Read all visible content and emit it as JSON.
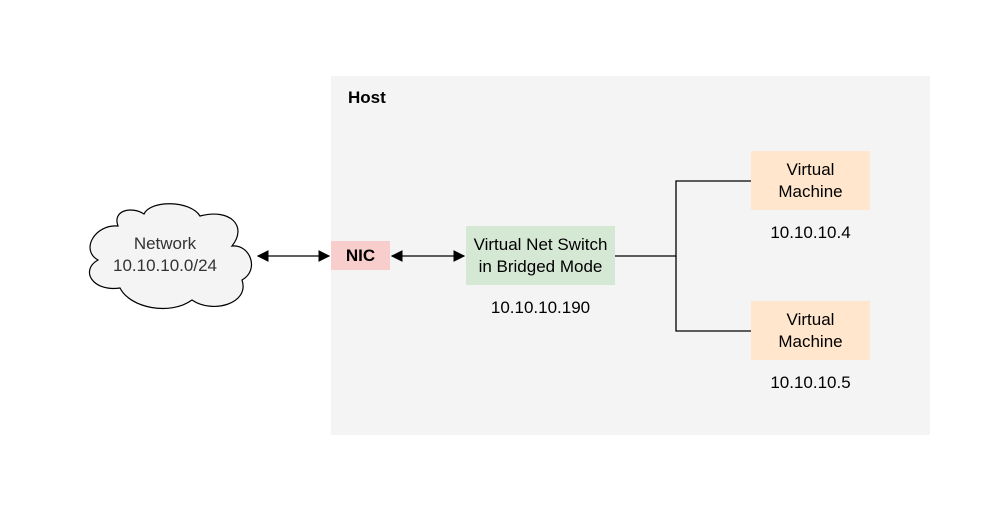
{
  "host": {
    "label": "Host"
  },
  "network": {
    "line1": "Network",
    "line2": "10.10.10.0/24"
  },
  "nic": {
    "label": "NIC"
  },
  "switch": {
    "line1": "Virtual Net Switch",
    "line2": "in Bridged Mode",
    "ip": "10.10.10.190"
  },
  "vms": [
    {
      "line1": "Virtual",
      "line2": "Machine",
      "ip": "10.10.10.4"
    },
    {
      "line1": "Virtual",
      "line2": "Machine",
      "ip": "10.10.10.5"
    }
  ],
  "colors": {
    "host_fill": "#f4f4f4",
    "nic_fill": "#f8cecc",
    "switch_fill": "#d5e8d4",
    "vm_fill": "#ffe6cc",
    "cloud_fill": "#f4f4f4",
    "line": "#000000"
  }
}
